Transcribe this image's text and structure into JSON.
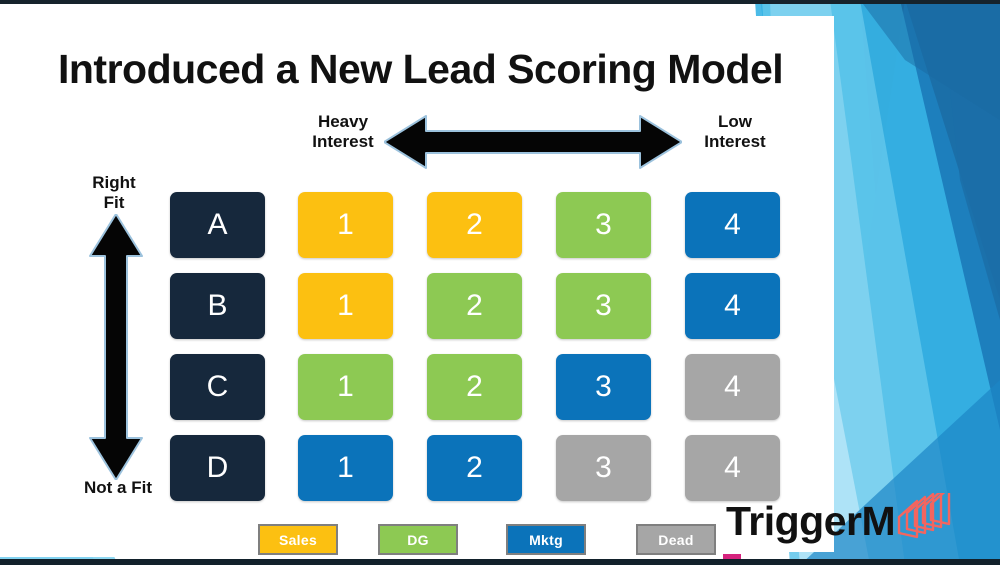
{
  "slide": {
    "title": "Introduced a New Lead Scoring Model"
  },
  "axes": {
    "top": {
      "left_label": "Heavy\nInterest",
      "left_label_line1": "Heavy",
      "left_label_line2": "Interest",
      "right_label_line1": "Low",
      "right_label_line2": "Interest",
      "arrow": "double-headed-horizontal-arrow"
    },
    "left": {
      "top_label_line1": "Right",
      "top_label_line2": "Fit",
      "bottom_label": "Not a Fit",
      "arrow": "double-headed-vertical-arrow"
    }
  },
  "colors": {
    "navy": "#16283c",
    "sales_orange": "#fcc011",
    "dg_green": "#8dc953",
    "mktg_blue": "#0b73ba",
    "dead_gray": "#a6a6a6",
    "accent_red": "#f4655f",
    "panel_white": "#ffffff",
    "bg_blue_light": "#8ed8f2",
    "bg_blue_mid": "#29abe2",
    "bg_blue_dark": "#1b6fa8"
  },
  "matrix": {
    "row_labels": [
      "A",
      "B",
      "C",
      "D"
    ],
    "column_labels": [
      "1",
      "2",
      "3",
      "4"
    ],
    "rows": [
      {
        "label": "A",
        "cells": [
          {
            "value": "1",
            "category": "Sales",
            "color": "#fcc011"
          },
          {
            "value": "2",
            "category": "Sales",
            "color": "#fcc011"
          },
          {
            "value": "3",
            "category": "DG",
            "color": "#8dc953"
          },
          {
            "value": "4",
            "category": "Mktg",
            "color": "#0b73ba"
          }
        ]
      },
      {
        "label": "B",
        "cells": [
          {
            "value": "1",
            "category": "Sales",
            "color": "#fcc011"
          },
          {
            "value": "2",
            "category": "DG",
            "color": "#8dc953"
          },
          {
            "value": "3",
            "category": "DG",
            "color": "#8dc953"
          },
          {
            "value": "4",
            "category": "Mktg",
            "color": "#0b73ba"
          }
        ]
      },
      {
        "label": "C",
        "cells": [
          {
            "value": "1",
            "category": "DG",
            "color": "#8dc953"
          },
          {
            "value": "2",
            "category": "DG",
            "color": "#8dc953"
          },
          {
            "value": "3",
            "category": "Mktg",
            "color": "#0b73ba"
          },
          {
            "value": "4",
            "category": "Dead",
            "color": "#a6a6a6"
          }
        ]
      },
      {
        "label": "D",
        "cells": [
          {
            "value": "1",
            "category": "Mktg",
            "color": "#0b73ba"
          },
          {
            "value": "2",
            "category": "Mktg",
            "color": "#0b73ba"
          },
          {
            "value": "3",
            "category": "Dead",
            "color": "#a6a6a6"
          },
          {
            "value": "4",
            "category": "Dead",
            "color": "#a6a6a6"
          }
        ]
      }
    ]
  },
  "legend": {
    "items": [
      {
        "label": "Sales",
        "color": "#fcc011"
      },
      {
        "label": "DG",
        "color": "#8dc953"
      },
      {
        "label": "Mktg",
        "color": "#0b73ba"
      },
      {
        "label": "Dead",
        "color": "#a6a6a6"
      }
    ]
  },
  "logo": {
    "text": "TriggerM",
    "mark": "stacked-cards-icon"
  }
}
